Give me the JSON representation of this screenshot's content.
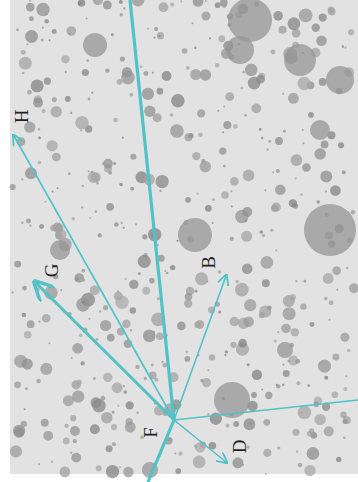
{
  "diagram": {
    "labels": [
      "H",
      "G",
      "B",
      "F",
      "D"
    ]
  }
}
